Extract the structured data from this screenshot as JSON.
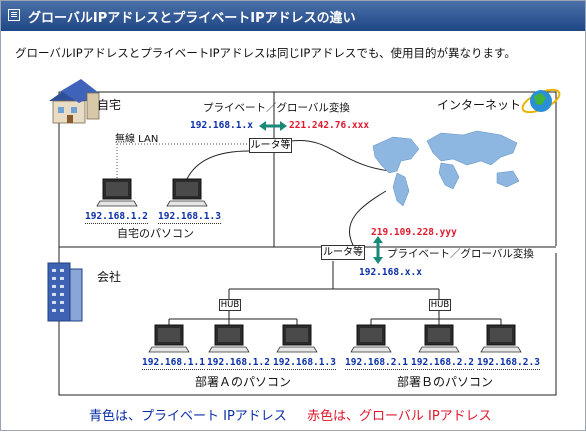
{
  "header": {
    "title": "グローバルIPアドレスとプライベートIPアドレスの違い"
  },
  "intro": "グローバルIPアドレスとプライベートIPアドレスは同じIPアドレスでも、使用目的が異なります。",
  "home": {
    "label": "自宅",
    "wireless_label": "無線 LAN",
    "conversion_label": "プライベート／グローバル変換",
    "private_ip": "192.168.1.x",
    "global_ip": "221.242.76.xxx",
    "router_label": "ルータ等",
    "pcs": [
      {
        "ip": "192.168.1.2"
      },
      {
        "ip": "192.168.1.3"
      }
    ],
    "pcs_caption": "自宅のパソコン"
  },
  "internet": {
    "label": "インターネット"
  },
  "company": {
    "label": "会社",
    "global_ip": "219.109.228.yyy",
    "router_label": "ルータ等",
    "conversion_label": "プライベート／グローバル変換",
    "private_ip": "192.168.x.x",
    "hub_label": "HUB",
    "dept_a": {
      "pcs": [
        {
          "ip": "192.168.1.1"
        },
        {
          "ip": "192.168.1.2"
        },
        {
          "ip": "192.168.1.3"
        }
      ],
      "caption": "部署Ａのパソコン"
    },
    "dept_b": {
      "pcs": [
        {
          "ip": "192.168.2.1"
        },
        {
          "ip": "192.168.2.2"
        },
        {
          "ip": "192.168.2.3"
        }
      ],
      "caption": "部署Ｂのパソコン"
    }
  },
  "legend": {
    "blue_text": "青色は、プライベート IPアドレス",
    "red_text": "赤色は、グローバル IPアドレス"
  },
  "colors": {
    "private": "#0a2fa6",
    "global": "#e0182c",
    "arrow": "#1a8a78",
    "title_bar": "#2a5394"
  }
}
